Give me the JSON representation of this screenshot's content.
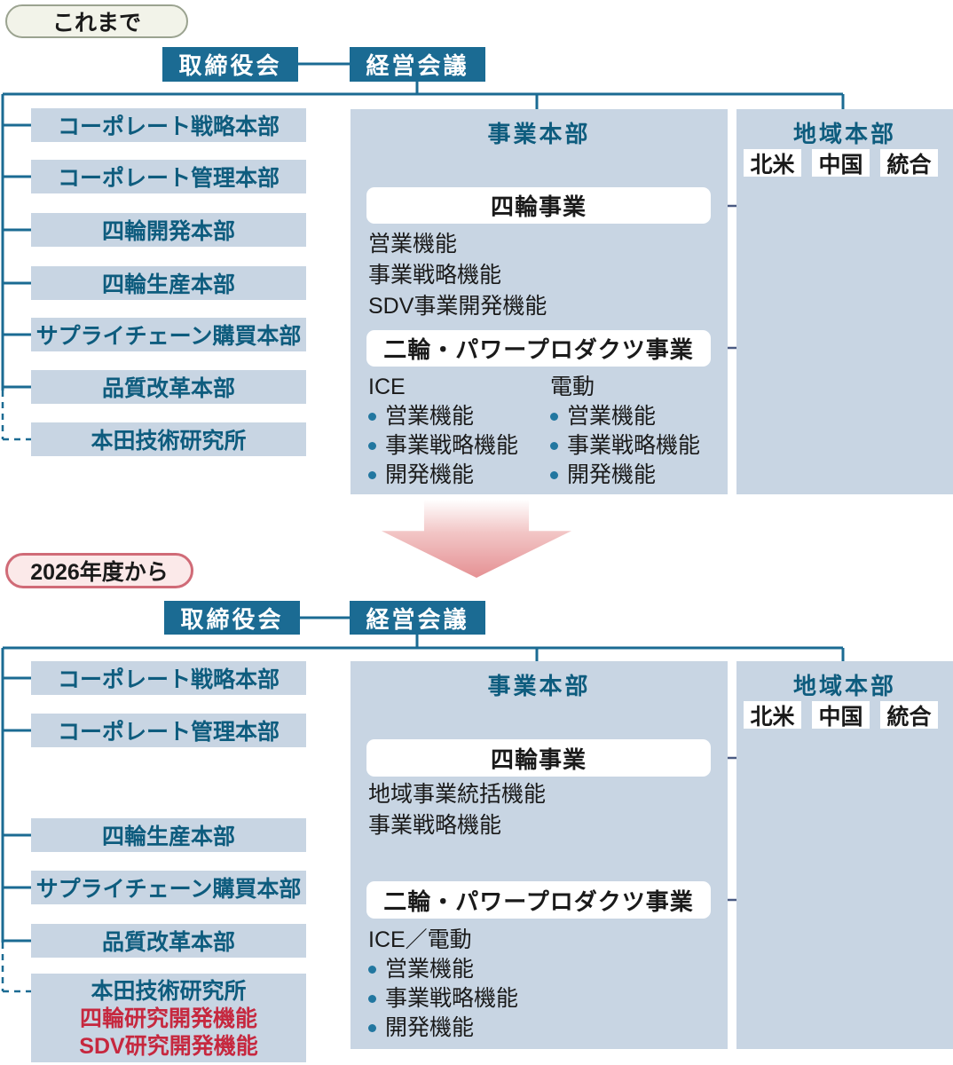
{
  "colors": {
    "teal_box": "#1b6b93",
    "panel_blue": "#c8d5e3",
    "dept_text_teal": "#0e5c7e",
    "grid_line_navy": "#4a5a82",
    "node_dot_teal": "#1b6e96",
    "highlight_red": "#c6283f",
    "arrow_pink": "#e59194",
    "tag_before_border": "#9ba390",
    "tag_after_border": "#d06b77"
  },
  "before": {
    "tag": "これまで",
    "board": "取締役会",
    "management_council": "経営会議",
    "departments": [
      "コーポレート戦略本部",
      "コーポレート管理本部",
      "四輪開発本部",
      "四輪生産本部",
      "サプライチェーン購買本部",
      "品質改革本部",
      "本田技術研究所"
    ],
    "business_hq": {
      "title": "事業本部",
      "auto": {
        "title": "四輪事業",
        "functions": [
          "営業機能",
          "事業戦略機能",
          "SDV事業開発機能"
        ]
      },
      "moto": {
        "title": "二輪・パワープロダクツ事業",
        "columns": [
          {
            "heading": "ICE",
            "items": [
              "営業機能",
              "事業戦略機能",
              "開発機能"
            ]
          },
          {
            "heading": "電動",
            "items": [
              "営業機能",
              "事業戦略機能",
              "開発機能"
            ]
          }
        ]
      }
    },
    "regional_hq": {
      "title": "地域本部",
      "regions": [
        "北米",
        "中国",
        "統合"
      ]
    }
  },
  "after": {
    "tag": "2026年度から",
    "board": "取締役会",
    "management_council": "経営会議",
    "departments": [
      "コーポレート戦略本部",
      "コーポレート管理本部",
      "四輪生産本部",
      "サプライチェーン購買本部",
      "品質改革本部"
    ],
    "research_center": {
      "title": "本田技術研究所",
      "added_functions": [
        "四輪研究開発機能",
        "SDV研究開発機能"
      ]
    },
    "business_hq": {
      "title": "事業本部",
      "auto": {
        "title": "四輪事業",
        "functions": [
          "地域事業統括機能",
          "事業戦略機能"
        ]
      },
      "moto": {
        "title": "二輪・パワープロダクツ事業",
        "heading": "ICE／電動",
        "items": [
          "営業機能",
          "事業戦略機能",
          "開発機能"
        ]
      }
    },
    "regional_hq": {
      "title": "地域本部",
      "regions": [
        "北米",
        "中国",
        "統合"
      ]
    }
  }
}
